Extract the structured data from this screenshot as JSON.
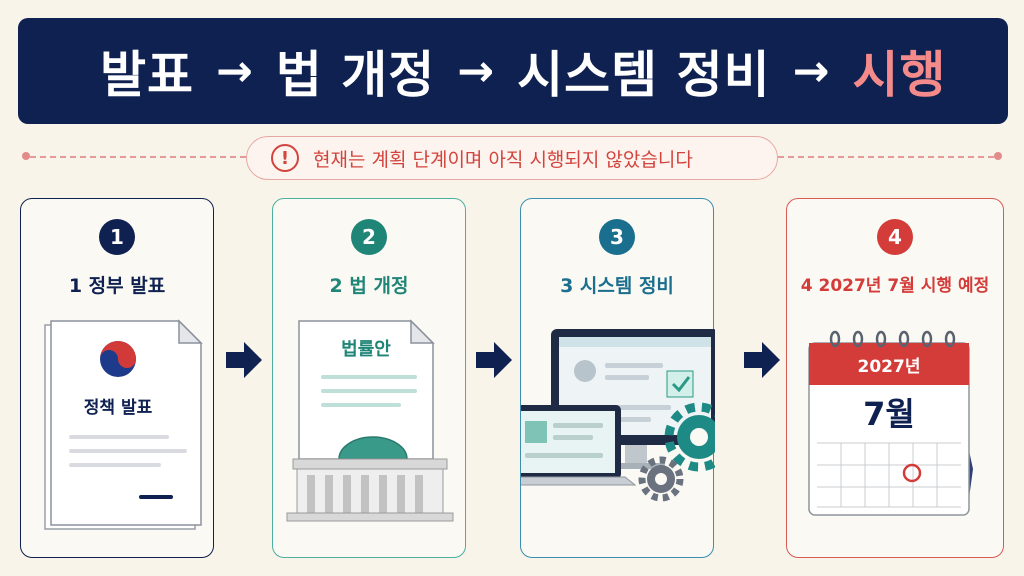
{
  "banner": {
    "step1": "발표",
    "step2": "법 개정",
    "step3": "시스템 정비",
    "step4": "시행",
    "arrow": "→",
    "accent_color": "#f58a8a",
    "background_color": "#0f2150"
  },
  "notice": {
    "icon": "exclamation-circle-icon",
    "icon_glyph": "!",
    "text": "현재는 계획 단계이며 아직 시행되지 않았습니다"
  },
  "steps": [
    {
      "number": "1",
      "label": "1 정부 발표",
      "color": "#0f2150",
      "icon": "policy-document-icon",
      "doc_title": "정책 발표"
    },
    {
      "number": "2",
      "label": "2 법 개정",
      "color": "#1e8577",
      "icon": "bill-and-assembly-icon",
      "doc_title": "법률안"
    },
    {
      "number": "3",
      "label": "3 시스템 정비",
      "color": "#1a6e8e",
      "icon": "computer-system-icon"
    },
    {
      "number": "4",
      "label": "4 2027년 7월 시행 예정",
      "color": "#d43c3a",
      "icon": "calendar-icon",
      "calendar_year": "2027년",
      "calendar_month": "7월"
    }
  ]
}
